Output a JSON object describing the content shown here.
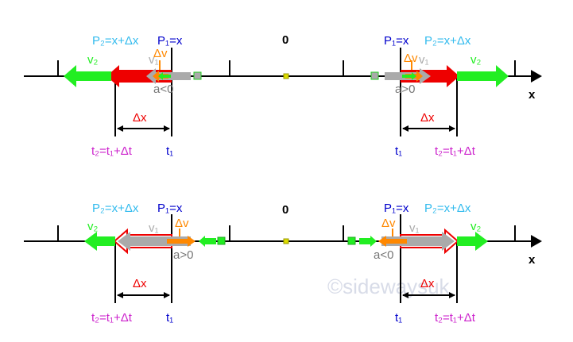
{
  "colors": {
    "axis": "#000000",
    "position": "#0000cc",
    "position_next": "#33bbee",
    "time": "#cc22cc",
    "time1": "#0000cc",
    "delta_x": "#ee0000",
    "delta_v": "#ff8800",
    "velocity1": "#aaaaaa",
    "velocity2": "#22ee22",
    "accel_text": "#777777",
    "origin_marker": "#dddd00",
    "watermark": "#d8dce8"
  },
  "labels": {
    "origin": "0",
    "axis_x": "x",
    "p1": "P₁=x",
    "p2": "P₂=x+Δx",
    "t1": "t₁",
    "t2": "t₂=t₁+Δt",
    "dx": "Δx",
    "dv": "Δv",
    "v1": "v₁",
    "v2": "v₂",
    "a_neg": "a<0",
    "a_pos": "a>0"
  },
  "watermark": "©sidewaysuk",
  "panels": [
    {
      "name": "top",
      "left_case": {
        "motion": "moving-left",
        "acceleration": "a<0",
        "speed": "increasing"
      },
      "right_case": {
        "motion": "moving-right",
        "acceleration": "a>0",
        "speed": "increasing"
      }
    },
    {
      "name": "bottom",
      "left_case": {
        "motion": "moving-left",
        "acceleration": "a>0",
        "speed": "decreasing"
      },
      "right_case": {
        "motion": "moving-right",
        "acceleration": "a<0",
        "speed": "decreasing"
      }
    }
  ]
}
